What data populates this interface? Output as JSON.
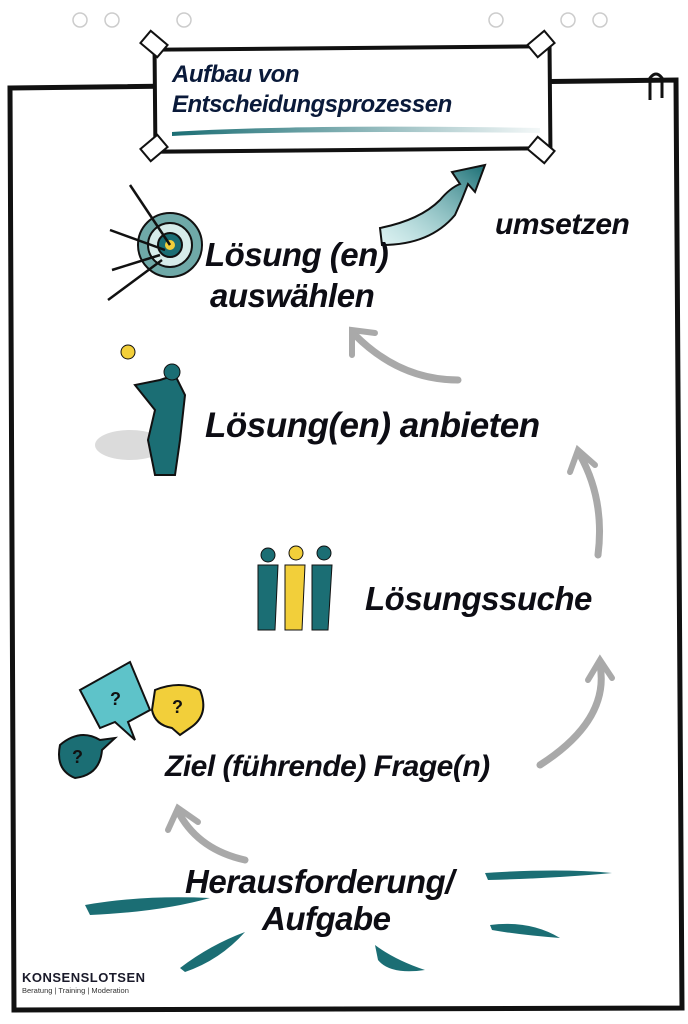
{
  "title": {
    "line1": "Aufbau von",
    "line2": "Entscheidungsprozessen"
  },
  "steps": {
    "umsetzen": "umsetzen",
    "auswaehlen_1": "Lösung (en)",
    "auswaehlen_2": "auswählen",
    "anbieten": "Lösung(en) anbieten",
    "suche": "Lösungssuche",
    "ziel": "Ziel (führende) Frage(n)",
    "heraus_1": "Herausforderung/",
    "heraus_2": "Aufgabe"
  },
  "logo": {
    "name": "KONSENSLOTSEN",
    "tagline": "Beratung | Training | Moderation"
  },
  "colors": {
    "teal": "#1b6e74",
    "yellow": "#f2cf3a",
    "arrow": "#a9a9a9"
  }
}
